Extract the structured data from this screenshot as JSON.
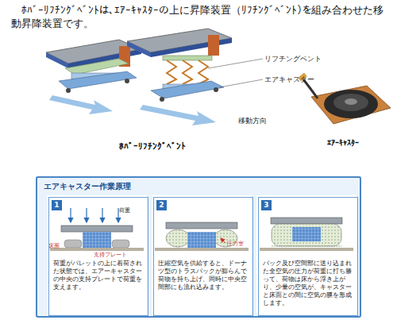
{
  "diagram": {
    "title": "ﾎﾊﾞｰﾘﾌﾁﾝｸﾞﾍﾞﾝﾄは、ｴｱｰｷｬｽﾀｰの上に昇降装置（ﾘﾌﾁﾝｸﾞﾍﾞﾝﾄ）を組み合わせた移動昇降装置です。",
    "nodes": [
      {
        "text": [
          "エアキャスター作業原理"
        ]
      },
      {
        "text": [
          "1",
          "荷重がパレットの上に着荷された状態では、エアーキャスターの中央の支持プレートで荷重を支えます。"
        ],
        "in": 0
      },
      {
        "text": [
          "2",
          "圧縮空気を供給すると、ドーナツ型のトラスバックが膨らんで荷物を持ち上げ、同時に中央空間部にも流れ込みます。"
        ],
        "in": 0
      },
      {
        "text": [
          "3",
          "バック及び空間部に送り込まれた全空気の圧力が荷重に打ち勝って、荷物は床から浮き上がり、少量の空気が、キャスターと床面との間に空気の膜を形成します。"
        ],
        "in": 0
      }
    ],
    "labels": [
      "リフチングベント",
      "エアキャスター",
      "移動方向",
      "ﾎﾊﾞｰﾘﾌﾁﾝｸﾞﾍﾞﾝﾄ",
      "ｴｱｰｷｬｽﾀｰ",
      "荷重",
      "床面",
      "支持プレート",
      "圧力室"
    ]
  }
}
